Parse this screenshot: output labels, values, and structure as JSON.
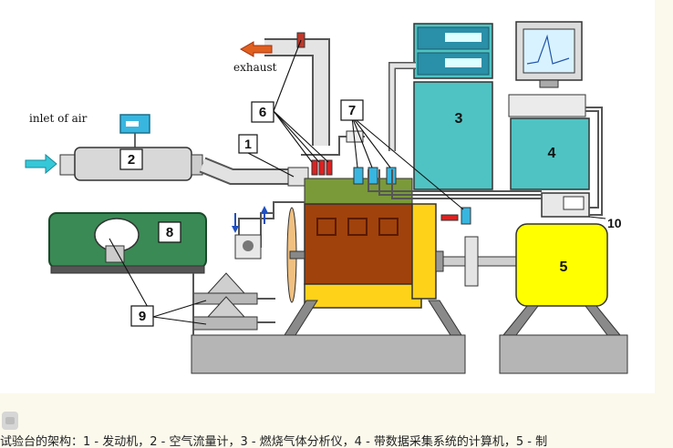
{
  "diagram": {
    "labels": {
      "exhaust": "exhaust",
      "inlet": "inlet of air"
    },
    "callouts": {
      "n1": "1",
      "n2": "2",
      "n3": "3",
      "n4": "4",
      "n5": "5",
      "n6": "6",
      "n7": "7",
      "n8": "8",
      "n9": "9",
      "n10": "10"
    },
    "colors": {
      "background": "#fbf9ec",
      "panel": "#ffffff",
      "engine_block": "#a0420c",
      "engine_base": "#ffd21a",
      "dyno": "#ffff00",
      "cabinet_teal": "#4fc3c3",
      "tank_green": "#3a8a55",
      "arrow_exhaust": "#e06020",
      "arrow_inlet": "#35c8d8",
      "frame_gray": "#8a8a8a"
    }
  },
  "caption": {
    "text": "试验台的架构：1 - 发动机，2 - 空气流量计，3 - 燃烧气体分析仪，4 - 带数据采集系统的计算机，5 - 制"
  }
}
